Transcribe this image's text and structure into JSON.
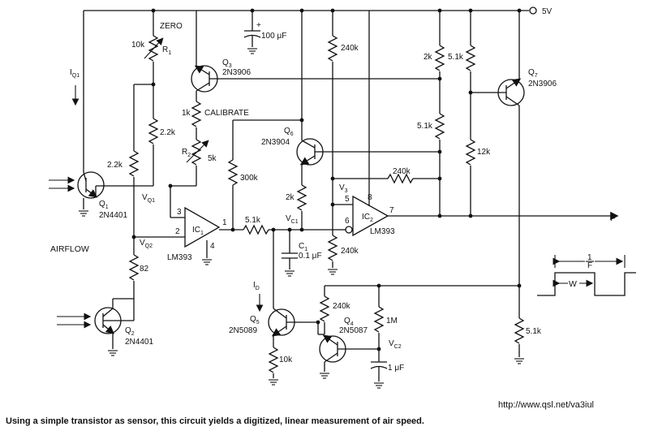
{
  "supply": "5V",
  "caption": "Using a simple transistor as sensor, this circuit yields a digitized, linear measurement of air speed.",
  "url": "http://www.qsl.net/va3iul",
  "labels": {
    "iq1": "I",
    "iq1_sub": "Q1",
    "id": "I",
    "id_sub": "D",
    "airflow": "AIRFLOW",
    "zero": "ZERO",
    "calibrate": "CALIBRATE",
    "vq1": "V",
    "vq1_sub": "Q1",
    "vq2": "V",
    "vq2_sub": "Q2",
    "vc1": "V",
    "vc1_sub": "C1",
    "vc2": "V",
    "vc2_sub": "C2",
    "v3": "V",
    "v3_sub": "3",
    "output_f": "F"
  },
  "components": {
    "r1_value": "10k",
    "r1_name": "R",
    "r1_sub": "1",
    "r2_name": "R",
    "r2_sub": "2",
    "r2_value": "5k",
    "r_1k": "1k",
    "r_22k_a": "2.2k",
    "r_22k_b": "2.2k",
    "r_82": "82",
    "r_300k": "300k",
    "r_51k_mid": "5.1k",
    "r_2k_q6": "2k",
    "r_240k_top": "240k",
    "r_240k_fb": "240k",
    "r_240k_bot": "240k",
    "r_240k_q4": "240k",
    "r_2k_right": "2k",
    "r_51k_right": "5.1k",
    "r_51k_q7": "5.1k",
    "r_12k": "12k",
    "r_51k_out": "5.1k",
    "r_10k_q5": "10k",
    "r_1m": "1M",
    "c_100u": "100 μF",
    "c1_name": "C",
    "c1_sub": "1",
    "c1_value": "0.1 μF",
    "c2_value": "1 μF",
    "q1_name": "Q",
    "q1_sub": "1",
    "q1_part": "2N4401",
    "q2_name": "Q",
    "q2_sub": "2",
    "q2_part": "2N4401",
    "q3_name": "Q",
    "q3_sub": "3",
    "q3_part": "2N3906",
    "q4_name": "Q",
    "q4_sub": "4",
    "q4_part": "2N5087",
    "q5_name": "Q",
    "q5_sub": "5",
    "q5_part": "2N5089",
    "q6_name": "Q",
    "q6_sub": "6",
    "q6_part": "2N3904",
    "q7_name": "Q",
    "q7_sub": "7",
    "q7_part": "2N3906",
    "ic1_name": "IC",
    "ic1_sub": "1",
    "ic1_part": "LM393",
    "ic2_name": "IC",
    "ic2_sub": "2",
    "ic2_part": "LM393",
    "pin_ic1_in_plus": "3",
    "pin_ic1_in_minus": "2",
    "pin_ic1_out": "1",
    "pin_ic1_gnd": "4",
    "pin_ic2_in_plus": "5",
    "pin_ic2_in_minus": "6",
    "pin_ic2_out": "7",
    "pin_ic2_vcc": "8"
  },
  "timing": {
    "period": "1/F",
    "period_num": "1",
    "period_den": "F",
    "width": "W"
  }
}
